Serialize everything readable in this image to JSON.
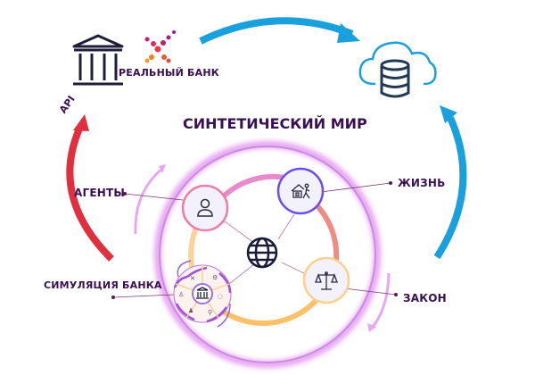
{
  "diagram": {
    "title": "СИНТЕТИЧЕСКИЙ МИР",
    "real_bank": {
      "label": "РЕАЛЬНЫЙ БАНК",
      "icon": "bank-building-icon",
      "logo": "x-logo-icon"
    },
    "cloud_db": {
      "icon": "cloud-database-icon"
    },
    "api_label": "API",
    "nodes": [
      {
        "id": "agents",
        "label": "АГЕНТЫ",
        "icon": "user-icon",
        "border": "#f07aa8"
      },
      {
        "id": "life",
        "label": "ЖИЗНЬ",
        "icon": "house-person-icon",
        "border": "#6a4cf0"
      },
      {
        "id": "law",
        "label": "ЗАКОН",
        "icon": "scales-icon",
        "border": "#fdd08a"
      },
      {
        "id": "bank_sim",
        "label": "СИМУЛЯЦИЯ БАНКА",
        "icon": "bank-building-icon"
      }
    ],
    "center_icon": "globe-icon",
    "colors": {
      "text": "#3a1052",
      "blue_arrow": "#1aa0dc",
      "red_arrow": "#e03040",
      "outer_ring": "#e08aec",
      "inner_ring_pink": "#e88acb",
      "inner_ring_salmon": "#ee8c84",
      "inner_ring_orange": "#fbc16a"
    }
  }
}
